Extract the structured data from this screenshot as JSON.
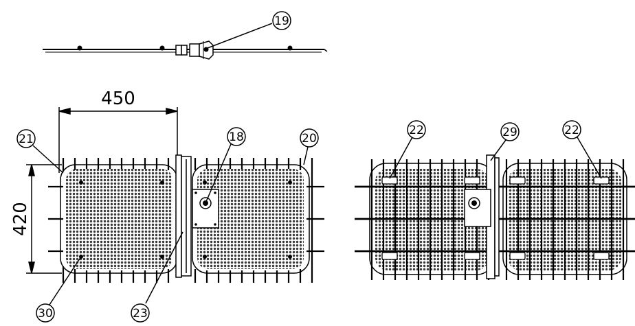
{
  "drawing": {
    "dimensions": {
      "width_label": "450",
      "height_label": "420"
    },
    "callouts": {
      "top_view": "19",
      "front_center_panel": "18",
      "front_right_corner": "20",
      "front_left_corner": "21",
      "front_hinge": "23",
      "front_bottom_left": "30",
      "back_left_bracket": "22",
      "back_hinge": "29",
      "back_right_bracket": "22"
    }
  }
}
